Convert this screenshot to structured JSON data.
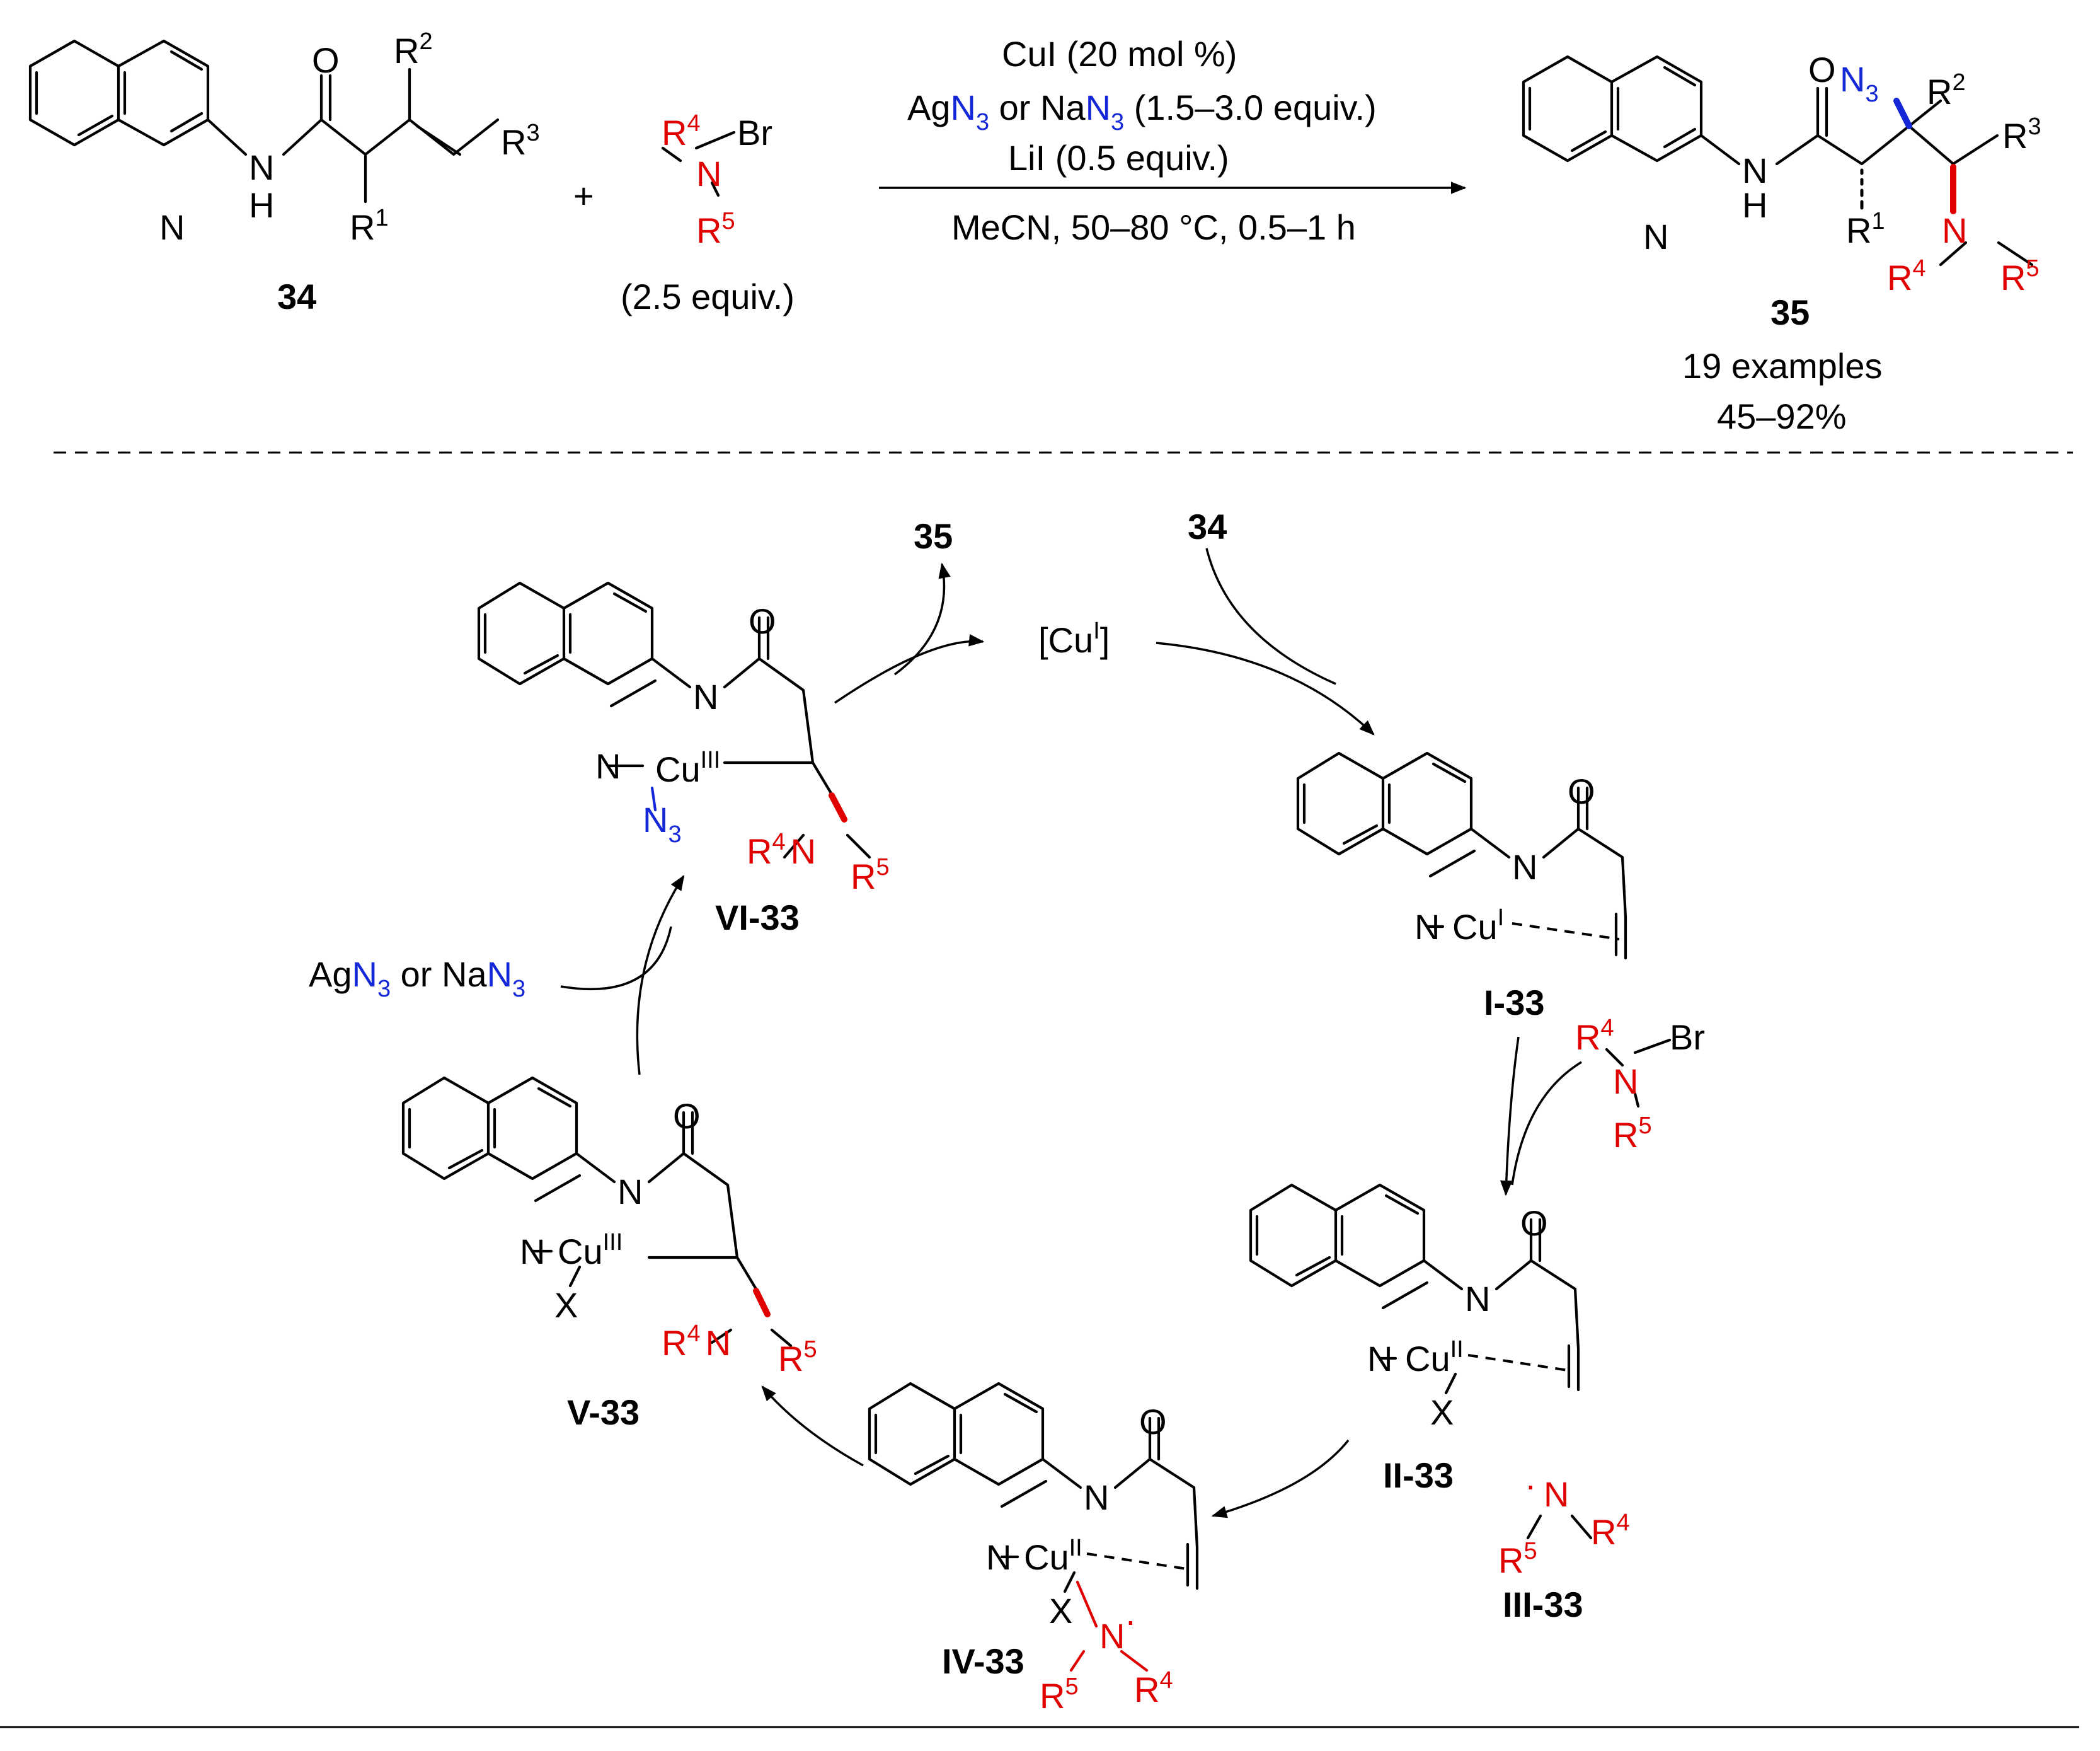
{
  "colors": {
    "red": "#e00000",
    "blue": "#1428d8",
    "ink": "#000000"
  },
  "compounds": {
    "substrate": "34",
    "product": "35",
    "catalyst": "[Cu",
    "catalyst_sup": "I",
    "catalyst_close": "]"
  },
  "labels": {
    "I": "I-33",
    "II": "II-33",
    "III": "III-33",
    "IV": "IV-33",
    "V": "V-33",
    "VI": "VI-33"
  },
  "conditions": {
    "line1": "CuI (20 mol %)",
    "line2_a": "Ag",
    "line2_b": "N",
    "line2_c": "3",
    "line2_d": " or Na",
    "line2_e": "N",
    "line2_f": "3",
    "line2_g": " (1.5–3.0 equiv.)",
    "line3": "LiI (0.5 equiv.)",
    "line4": "MeCN, 50–80 °C, 0.5–1 h"
  },
  "reagent_equiv": "(2.5 equiv.)",
  "plus": "+",
  "scope": {
    "examples": "19 examples",
    "yield": "45–92%"
  },
  "azide_source": {
    "a": "Ag",
    "b": "N",
    "c": "3",
    "d": " or Na",
    "e": "N",
    "f": "3"
  },
  "atoms": {
    "N": "N",
    "H": "H",
    "O": "O",
    "Br": "Br",
    "Cu": "Cu",
    "X": "X",
    "R": "R",
    "N3": "N",
    "sub3": "3",
    "s1": "1",
    "s2": "2",
    "s3": "3",
    "s4": "4",
    "s5": "5",
    "oxI": "I",
    "oxII": "II",
    "oxIII": "III",
    "dot": "·"
  }
}
